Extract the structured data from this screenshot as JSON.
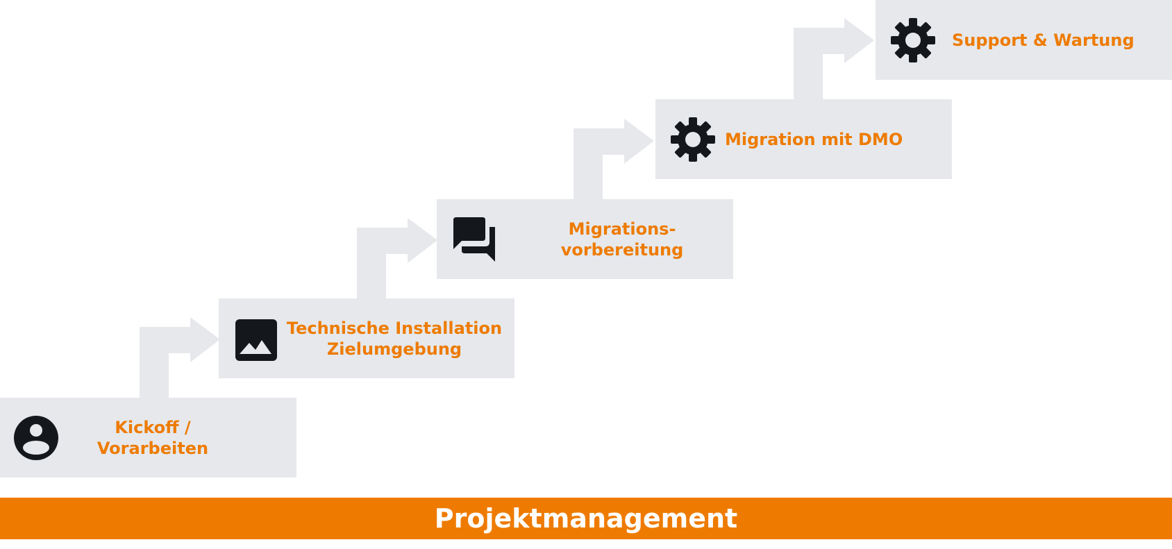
{
  "colors": {
    "accent": "#ee7b00",
    "step_background": "#e6e8ec",
    "icon": "#14181c",
    "bar_text": "#ffffff"
  },
  "steps": [
    {
      "label": "Kickoff /\nVorarbeiten",
      "icon": "person-icon"
    },
    {
      "label": "Technische Installation\nZielumgebung",
      "icon": "image-icon"
    },
    {
      "label": "Migrations-\nvorbereitung",
      "icon": "chat-icon"
    },
    {
      "label": "Migration mit DMO",
      "icon": "gear-icon"
    },
    {
      "label": "Support & Wartung",
      "icon": "gear-icon"
    }
  ],
  "footer": {
    "label": "Projektmanagement"
  }
}
